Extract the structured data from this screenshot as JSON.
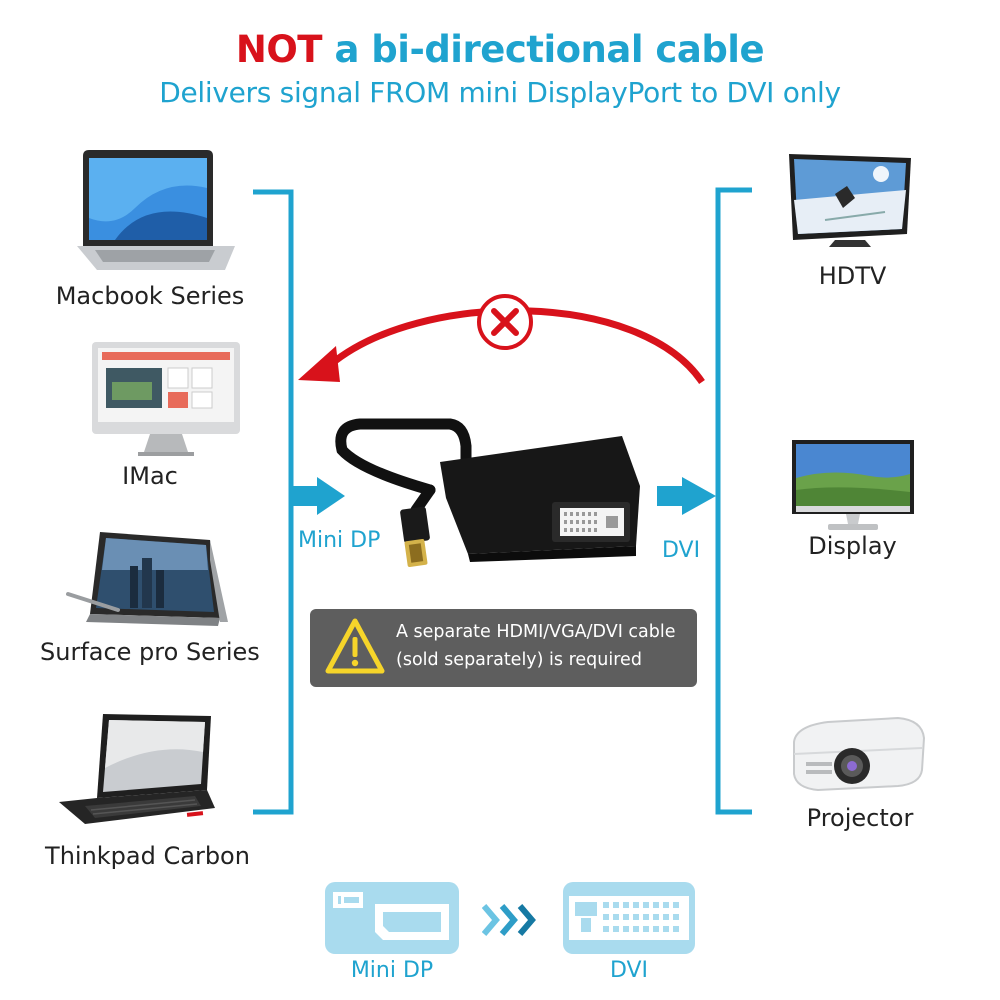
{
  "header": {
    "title_negative": "NOT",
    "title_rest": " a bi-directional cable",
    "subtitle": "Delivers signal FROM mini DisplayPort to DVI only"
  },
  "sources": [
    {
      "label": "Macbook Series",
      "icon": "laptop-icon"
    },
    {
      "label": "IMac",
      "icon": "imac-icon"
    },
    {
      "label": "Surface pro Series",
      "icon": "tablet-icon"
    },
    {
      "label": "Thinkpad Carbon",
      "icon": "laptop-icon"
    }
  ],
  "targets": [
    {
      "label": "HDTV",
      "icon": "tv-icon"
    },
    {
      "label": "Display",
      "icon": "monitor-icon"
    },
    {
      "label": "Projector",
      "icon": "projector-icon"
    }
  ],
  "adapter": {
    "input_label": "Mini DP",
    "output_label": "DVI"
  },
  "warning": {
    "line1": "A separate HDMI/VGA/DVI cable",
    "line2": "(sold separately) is required"
  },
  "bottom": {
    "from_label": "Mini DP",
    "to_label": "DVI"
  },
  "colors": {
    "accent_blue": "#1fa3cf",
    "warning_red": "#d8121b",
    "warning_box": "#5e5e5e",
    "warning_yellow": "#f6d52a"
  }
}
